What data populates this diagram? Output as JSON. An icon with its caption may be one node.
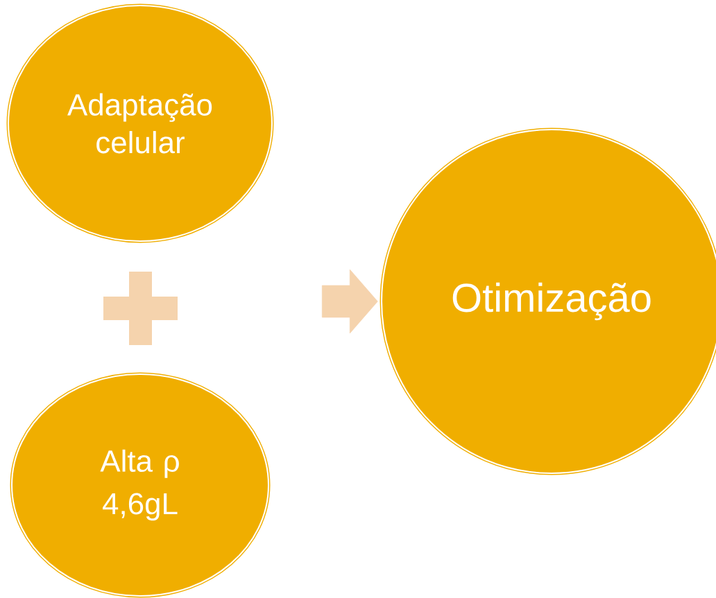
{
  "diagram": {
    "nodes": [
      {
        "text": [
          "Adaptação celular"
        ]
      },
      {
        "text": [
          "Alta ρ",
          "4,6gL"
        ]
      },
      {
        "text": [
          "Otimização"
        ]
      }
    ],
    "edges": [
      {
        "from": null,
        "to": 2,
        "arrow": "to"
      }
    ]
  }
}
